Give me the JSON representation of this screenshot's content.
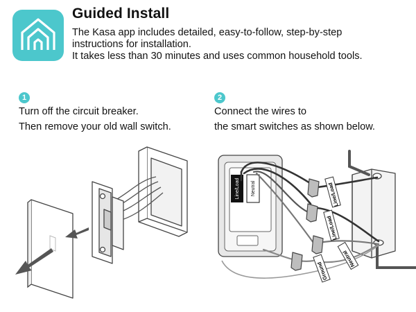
{
  "app_icon": {
    "name": "kasa-home-icon",
    "color": "#4cc7cc"
  },
  "header": {
    "title": "Guided Install",
    "lines": [
      "The Kasa app includes detailed, easy-to-follow, step-by-step",
      "instructions for installation.",
      "It takes less than 30 minutes and uses common household tools."
    ]
  },
  "steps": [
    {
      "number": "1",
      "lines": [
        "Turn off the circuit breaker.",
        "Then remove your old wall switch."
      ]
    },
    {
      "number": "2",
      "lines": [
        "Connect the wires to",
        "the smart switches as shown below."
      ]
    }
  ],
  "wire_labels": {
    "line_load_a": "Line/Load",
    "line_load_b": "Line/Load",
    "ground": "Ground",
    "neutral": "Neutral",
    "switch_line_load": "Line/Load",
    "switch_neutral": "Neutral"
  }
}
